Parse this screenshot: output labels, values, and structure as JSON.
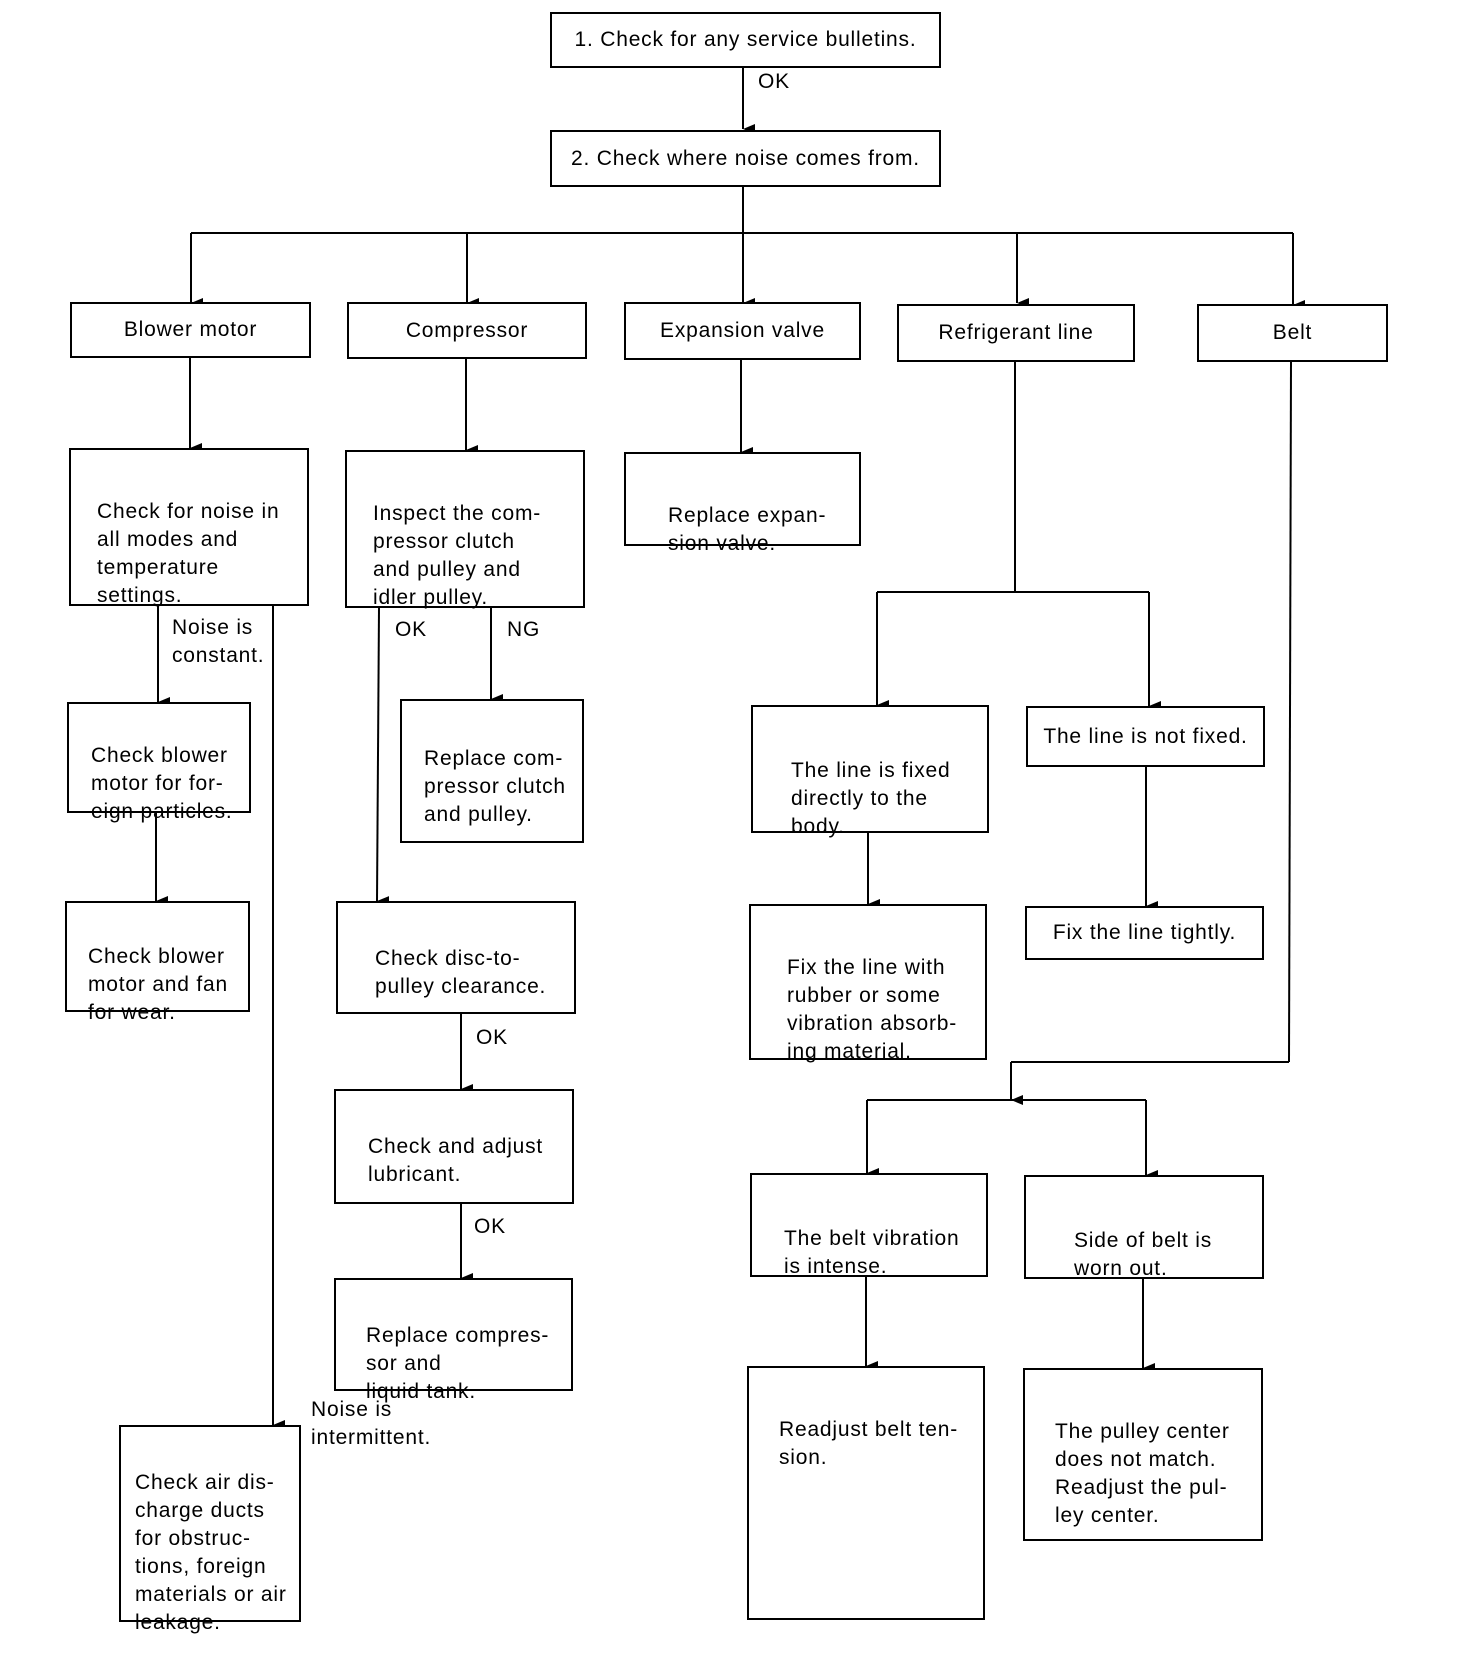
{
  "steps": {
    "step1": "1. Check for any service bulletins.",
    "step1_ok": "OK",
    "step2": "2. Check where noise comes from."
  },
  "sources": {
    "blower_motor": "Blower motor",
    "compressor": "Compressor",
    "expansion_valve": "Expansion valve",
    "refrigerant_line": "Refrigerant line",
    "belt": "Belt"
  },
  "blower": {
    "check_noise": "Check for noise in\nall modes and\ntemperature\nsettings.",
    "noise_constant": "Noise is\nconstant.",
    "check_particles": "Check blower\nmotor for for-\neign particles.",
    "check_wear": "Check blower\nmotor and fan\nfor wear.",
    "noise_intermittent": "Noise is\nintermittent.",
    "check_ducts": "Check air dis-\ncharge ducts\nfor obstruc-\ntions, foreign\nmaterials or air\nleakage."
  },
  "compressor": {
    "inspect": "Inspect the com-\npressor clutch\nand pulley and\nidler pulley.",
    "ok": "OK",
    "ng": "NG",
    "replace_clutch": "Replace com-\npressor clutch\nand pulley.",
    "check_clearance": "Check disc-to-\npulley clearance.",
    "ok2": "OK",
    "check_lubricant": "Check and adjust\nlubricant.",
    "ok3": "OK",
    "replace_compressor": "Replace compres-\nsor and\nliquid tank."
  },
  "expansion": {
    "replace_valve": "Replace expan-\nsion valve."
  },
  "refrigerant": {
    "line_fixed": "The line is fixed\ndirectly to the\nbody.",
    "line_not_fixed": "The line is not fixed.",
    "fix_rubber": "Fix the line with\nrubber or some\nvibration absorb-\ning material.",
    "fix_tightly": "Fix the line tightly."
  },
  "belt": {
    "vibration": "The belt vibration\nis intense.",
    "side_worn": "Side of belt is\nworn out.",
    "readjust_tension": "Readjust belt ten-\nsion.",
    "pulley_center": "The pulley center\ndoes not match.\nReadjust the pul-\nley center."
  }
}
